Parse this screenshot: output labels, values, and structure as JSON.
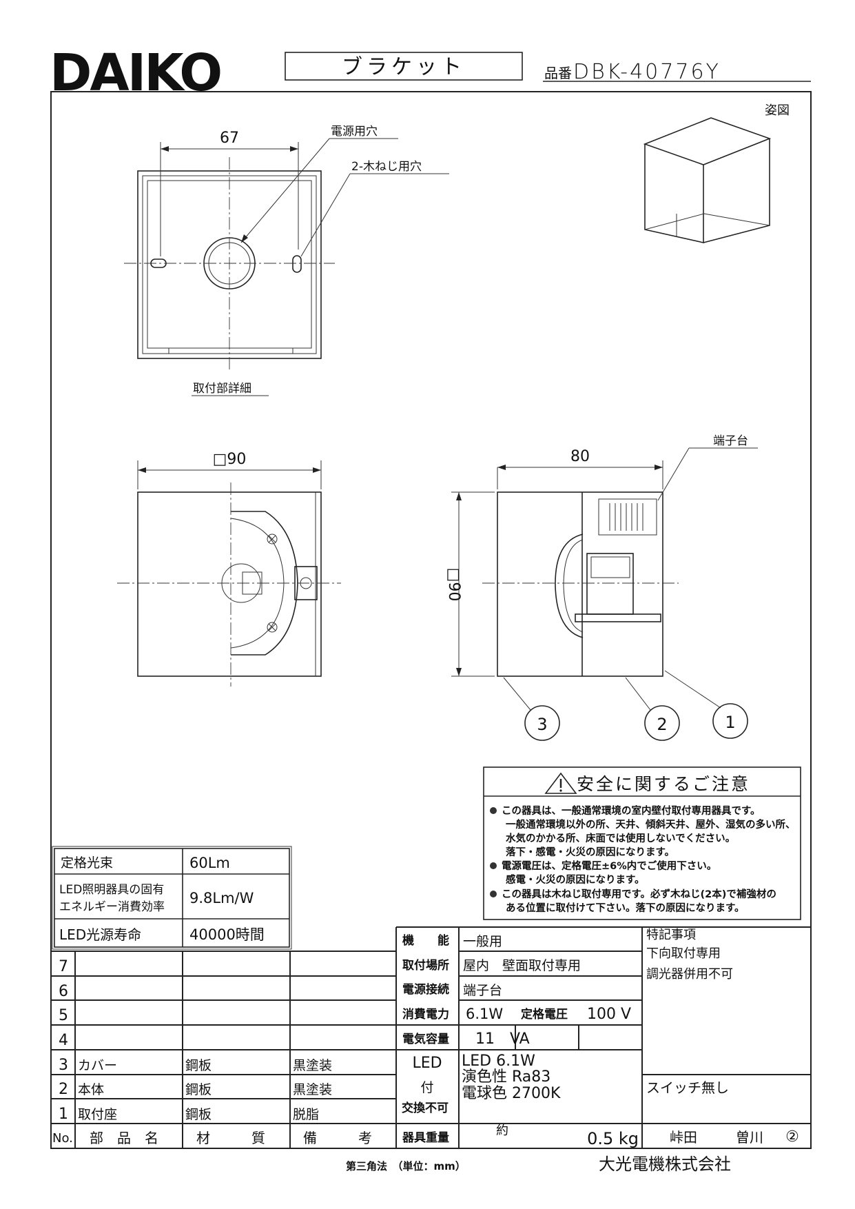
{
  "header": {
    "logo": "DAIKO",
    "title": "ブラケット",
    "part_no_label": "品番",
    "part_no": "DBK-40776Y"
  },
  "drawings": {
    "iso_label": "姿図",
    "mount_detail_label": "取付部詳細",
    "dim_67": "67",
    "power_hole": "電源用穴",
    "screw_holes": "2-木ねじ用穴",
    "dim_front_width": "□90",
    "dim_side_depth": "80",
    "dim_side_height": "□90",
    "terminal_block": "端子台",
    "balloons": [
      "1",
      "2",
      "3"
    ]
  },
  "caution": {
    "title": "安全に関するご注意",
    "lines": [
      "この器具は、一般通常環境の室内壁付取付専用器具です。",
      "一般通常環境以外の所、天井、傾斜天井、屋外、湿気の多い所、",
      "水気のかかる所、床面では使用しないでください。",
      "落下・感電・火災の原因になります。",
      "電源電圧は、定格電圧±6%内でご使用下さい。",
      "感電・火災の原因になります。",
      "この器具は木ねじ取付専用です。必ず木ねじ(2本)で補強材の",
      "ある位置に取付けて下さい。落下の原因になります。"
    ]
  },
  "specs": [
    {
      "label": "定格光束",
      "value": "60Lm"
    },
    {
      "label1": "LED照明器具の固有",
      "label2": "エネルギー消費効率",
      "value": "9.8Lm/W"
    },
    {
      "label": "LED光源寿命",
      "value": "40000時間"
    }
  ],
  "parts": {
    "rows": [
      {
        "no": "7",
        "name": "",
        "material": "",
        "remark": ""
      },
      {
        "no": "6",
        "name": "",
        "material": "",
        "remark": ""
      },
      {
        "no": "5",
        "name": "",
        "material": "",
        "remark": ""
      },
      {
        "no": "4",
        "name": "",
        "material": "",
        "remark": ""
      },
      {
        "no": "3",
        "name": "カバー",
        "material": "鋼板",
        "remark": "黒塗装"
      },
      {
        "no": "2",
        "name": "本体",
        "material": "鋼板",
        "remark": "黒塗装"
      },
      {
        "no": "1",
        "name": "取付座",
        "material": "鋼板",
        "remark": "脱脂"
      }
    ],
    "headers": {
      "no": "No.",
      "name": "部　品　名",
      "material": "材　　　質",
      "remark": "備　　　考"
    }
  },
  "props": {
    "function_label": "機　　能",
    "function": "一般用",
    "location_label": "取付場所",
    "location": "屋内　壁面取付専用",
    "connection_label": "電源接続",
    "connection": "端子台",
    "power_label": "消費電力",
    "power": "6.1W",
    "voltage_label": "定格電圧",
    "voltage": "100 V",
    "capacity_label": "電気容量",
    "capacity": "11　VA",
    "led_label1": "LED",
    "led_label2": "付",
    "led_label3": "交換不可",
    "led_line1": "LED 6.1W",
    "led_line2": "演色性 Ra83",
    "led_line3": "電球色 2700K",
    "weight_label": "器具重量",
    "weight_prefix": "約",
    "weight": "0.5 kg"
  },
  "notes": {
    "title": "特記事項",
    "line1": "下向取付専用",
    "line2": "調光器併用不可",
    "switch": "スイッチ無し",
    "designer": "峠田",
    "checker": "曽川",
    "revision": "②"
  },
  "footer": {
    "projection": "第三角法　（単位：mm）",
    "company": "大光電機株式会社"
  }
}
